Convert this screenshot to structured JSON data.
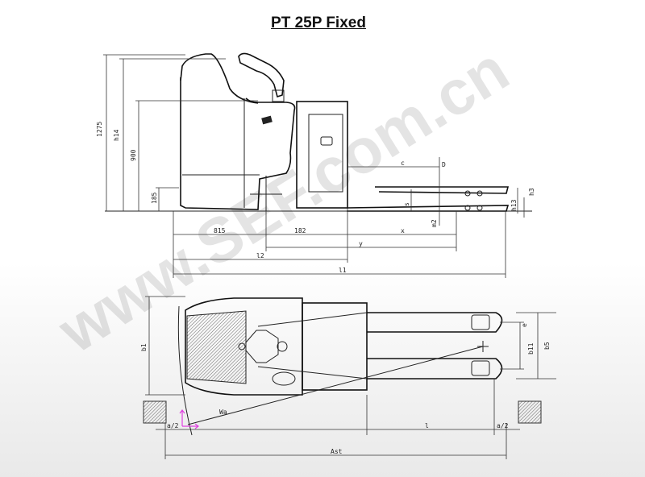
{
  "title": "PT 25P Fixed",
  "watermark": "www.SEF.com.cn",
  "side_view": {
    "labels": {
      "overall_height": "1275",
      "h14": "h14",
      "height_900": "900",
      "height_185": "185",
      "len_815": "815",
      "len_182": "182",
      "c": "c",
      "D": "D",
      "s": "s",
      "h3": "h3",
      "h13": "h13",
      "m2": "m2",
      "x": "x",
      "y": "y",
      "l2": "l2",
      "l1": "l1"
    }
  },
  "top_view": {
    "labels": {
      "b1": "b1",
      "b11": "b11",
      "b5": "b5",
      "e": "e",
      "Wa": "Wa",
      "a2_left": "a/2",
      "a2_right": "a/2",
      "l": "l",
      "Ast": "Ast"
    }
  },
  "colors": {
    "axis_marker": "#e040e0"
  }
}
